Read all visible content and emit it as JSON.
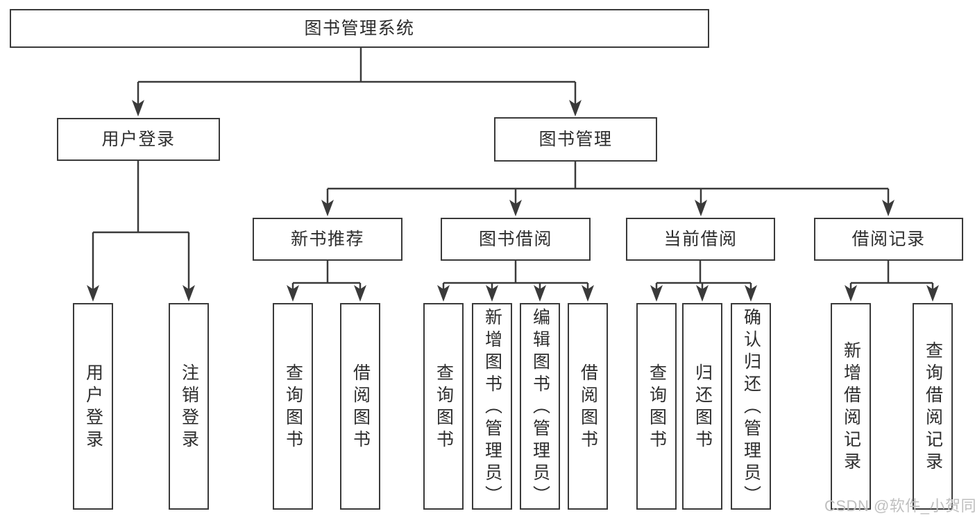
{
  "tree": {
    "root": {
      "label": "图书管理系统"
    },
    "level2": [
      {
        "label": "用户登录"
      },
      {
        "label": "图书管理"
      }
    ],
    "level3": [
      {
        "label": "新书推荐"
      },
      {
        "label": "图书借阅"
      },
      {
        "label": "当前借阅"
      },
      {
        "label": "借阅记录"
      }
    ],
    "leaves": {
      "user_login": [
        "用户登录",
        "注销登录"
      ],
      "new_book_recommend": [
        "查询图书",
        "借阅图书"
      ],
      "book_borrow": [
        "查询图书",
        "新增图书（管理员）",
        "编辑图书（管理员）",
        "借阅图书"
      ],
      "current_borrow": [
        "查询图书",
        "归还图书",
        "确认归还（管理员）"
      ],
      "borrow_records": [
        "新增借阅记录",
        "查询借阅记录"
      ]
    }
  },
  "watermark": {
    "text": "CSDN @软件_小贺同学"
  },
  "colors": {
    "line": "#3a3a3a",
    "border": "#3a3a3a",
    "text": "#2d2d2d",
    "background": "#ffffff",
    "watermark": "#bfbfbf"
  }
}
